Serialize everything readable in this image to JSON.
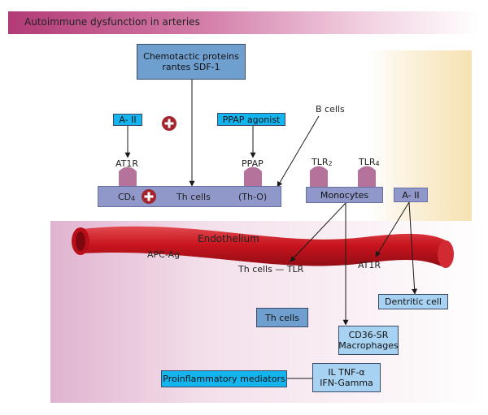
{
  "title": "Autoimmune dysfunction in arteries",
  "boxes": {
    "chemotactic": [
      "Chemotactic proteins",
      "rantes SDF-1"
    ],
    "a2_left": "A- II",
    "ppap_agonist": "PPAP agonist",
    "monocytes": "Monocytes",
    "a2_right": "A- II",
    "dentritic": "Dentritic cell",
    "th_cells_box": "Th cells",
    "cd36": [
      "CD36-SR",
      "Macrophages"
    ],
    "proinflammatory": "Proinflammatory mediators",
    "il_tnf": [
      "IL TNF-α",
      "IFN-Gamma"
    ]
  },
  "labels": {
    "b_cells": "B cells",
    "at1r_top": "AT1R",
    "ppap": "PPAP",
    "tlr2": "TLR",
    "tlr2_sub": "2",
    "tlr4": "TLR",
    "tlr4_sub": "4",
    "cd4": "CD",
    "cd4_sub": "4",
    "th_cells_bar": "Th cells",
    "th_o": "(Th-O)",
    "endothelium": "Endothelium",
    "apc_ag": "APC-Ag",
    "th_cells_tlr": "Th cells — TLR",
    "at1r_vessel": "AT1R"
  },
  "colors": {
    "vessel": "#c8141e",
    "receptor": "#b5739b",
    "plus": "#a3242c",
    "box_blue": "#6f9fcf",
    "box_cyan": "#14b4ee",
    "box_light": "#a8d2f2"
  }
}
